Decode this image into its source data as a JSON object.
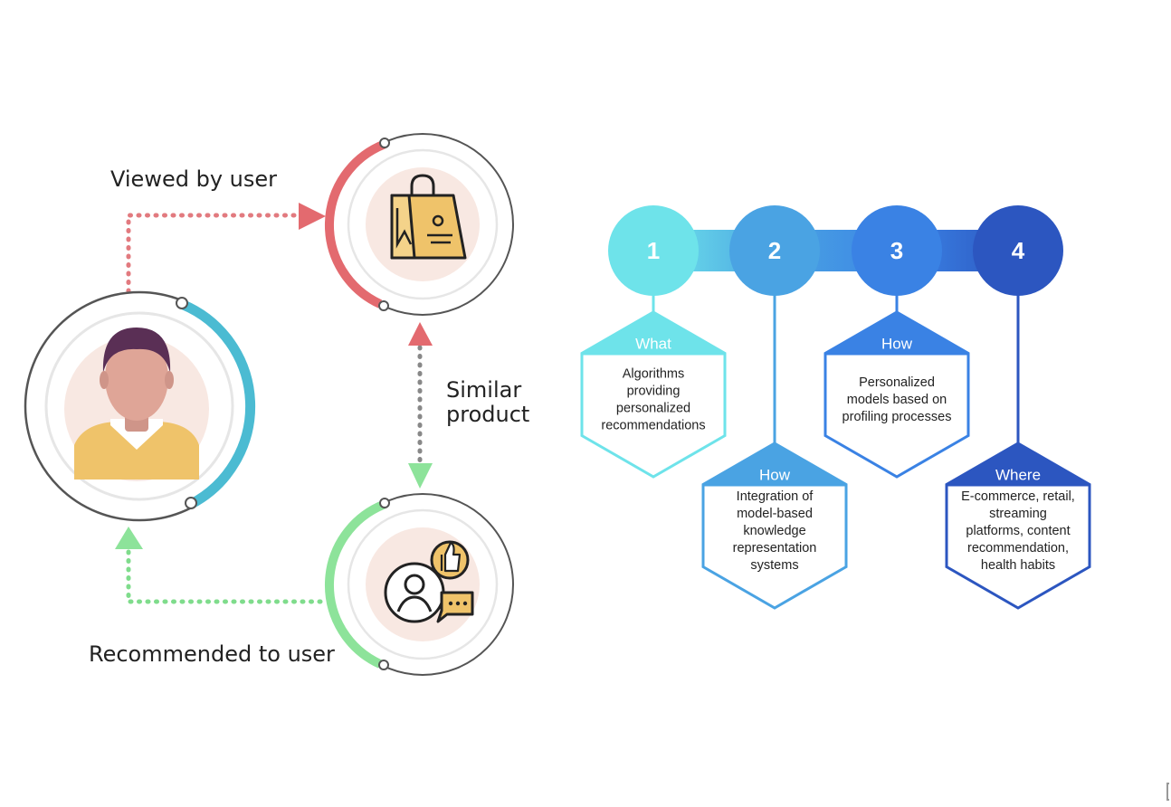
{
  "flow": {
    "viewed_label": "Viewed by user",
    "similar_label_line1": "Similar",
    "similar_label_line2": "product",
    "recommended_label": "Recommended to user",
    "nodes": [
      {
        "name": "user",
        "icon": "user-avatar-icon",
        "ring_color": "#4bbbd2"
      },
      {
        "name": "product",
        "icon": "shopping-bag-icon",
        "ring_color": "#e36a6f"
      },
      {
        "name": "recommendation",
        "icon": "thumbs-up-feedback-icon",
        "ring_color": "#8de39a"
      }
    ],
    "colors": {
      "dotted_red": "#e27a7f",
      "dotted_gray": "#888888",
      "dotted_green": "#7fdc8c"
    }
  },
  "steps": [
    {
      "number": "1",
      "heading": "What",
      "lines": [
        "Algorithms",
        "providing",
        "personalized",
        "recommendations"
      ],
      "color": "#6ee3ea"
    },
    {
      "number": "2",
      "heading": "How",
      "lines": [
        "Integration of",
        "model-based",
        "knowledge",
        "representation",
        "systems"
      ],
      "color": "#4aa3e3"
    },
    {
      "number": "3",
      "heading": "How",
      "lines": [
        "Personalized",
        "models based on",
        "profiling processes"
      ],
      "color": "#3a82e4"
    },
    {
      "number": "4",
      "heading": "Where",
      "lines": [
        "E-commerce, retail,",
        "streaming",
        "platforms, content",
        "recommendation,",
        "health habits"
      ],
      "color": "#2c56c0"
    }
  ]
}
